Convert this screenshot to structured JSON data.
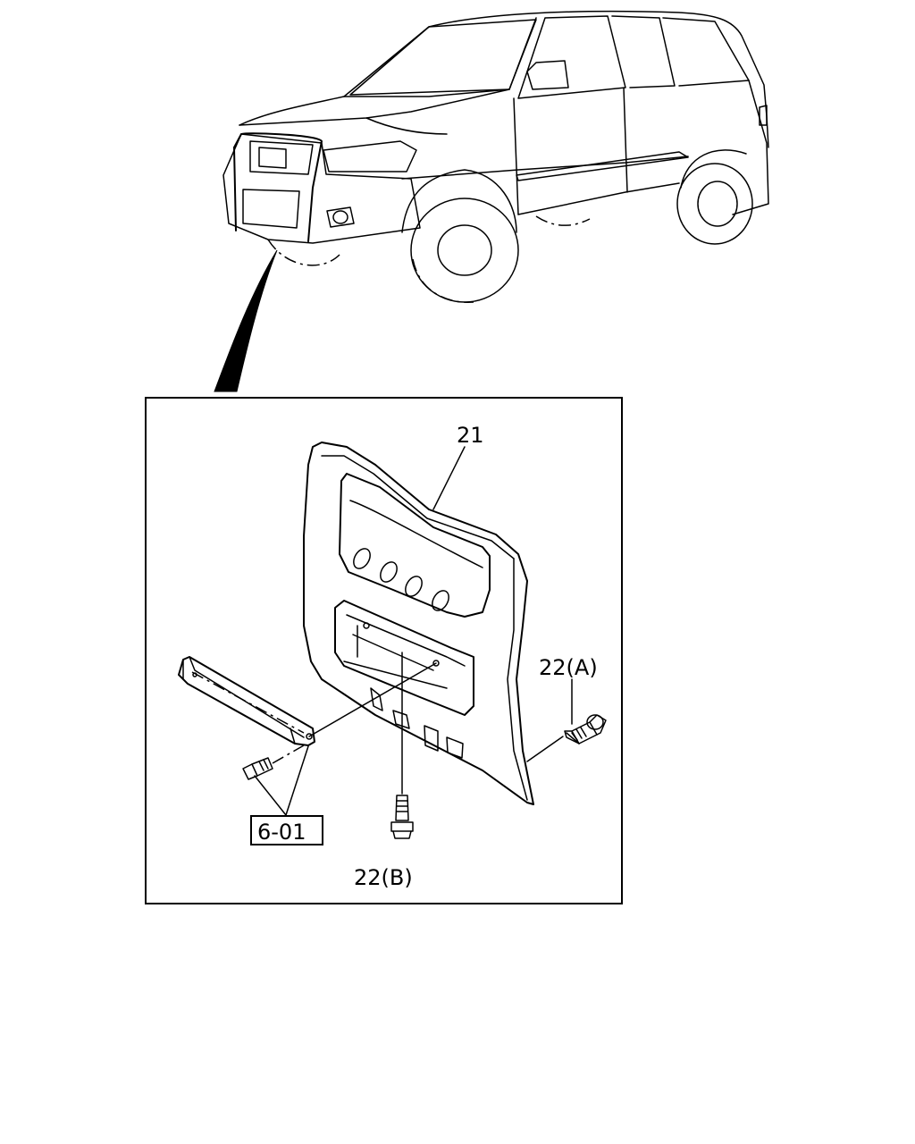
{
  "callouts": {
    "part_21": "21",
    "part_22a": "22(A)",
    "part_22b": "22(B)",
    "ref_box": "6-01"
  }
}
